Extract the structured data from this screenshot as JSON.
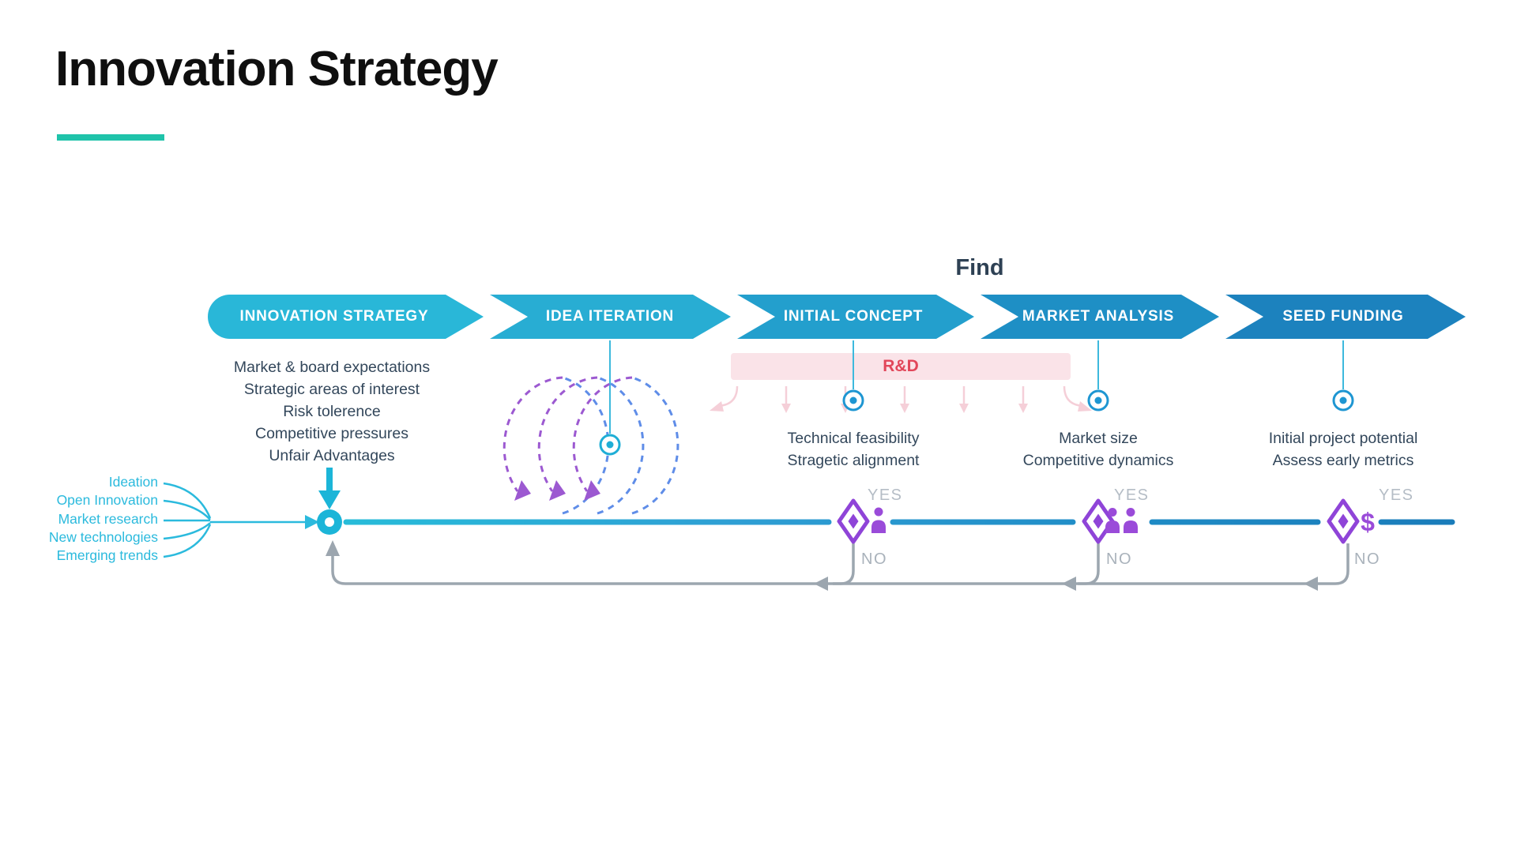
{
  "slide": {
    "title": "Innovation Strategy",
    "underline_color": "#1fc3aa",
    "sidebar_gradient_top": "#0bb6de",
    "sidebar_gradient_bottom": "#a32bde"
  },
  "diagram": {
    "find_label": "Find",
    "stages": [
      {
        "label": "INNOVATION STRATEGY",
        "color": "#29b7d8"
      },
      {
        "label": "IDEA ITERATION",
        "color": "#28add3"
      },
      {
        "label": "INITIAL CONCEPT",
        "color": "#239fcd",
        "notes": [
          "Technical feasibility",
          "Stragetic alignment"
        ]
      },
      {
        "label": "MARKET ANALYSIS",
        "color": "#1e8fc5",
        "notes": [
          "Market size",
          "Competitive dynamics"
        ]
      },
      {
        "label": "SEED FUNDING",
        "color": "#1c82be",
        "notes": [
          "Initial project potential",
          "Assess early metrics"
        ]
      }
    ],
    "considerations": [
      "Market & board expectations",
      "Strategic areas of interest",
      "Risk tolerence",
      "Competitive pressures",
      "Unfair Advantages"
    ],
    "inputs": [
      "Ideation",
      "Open Innovation",
      "Market research",
      "New technologies",
      "Emerging trends"
    ],
    "rnd": {
      "label": "R&D",
      "bg_color": "#fae3e8",
      "text_color": "#e2475a"
    },
    "decisions": [
      {
        "yes": "YES",
        "no": "NO",
        "icon": "person-icon"
      },
      {
        "yes": "YES",
        "no": "NO",
        "icon": "people-icon"
      },
      {
        "yes": "YES",
        "no": "NO",
        "icon": "dollar-icon",
        "icon_char": "$"
      }
    ],
    "colors": {
      "timeline_start": "#27bcd9",
      "timeline_end": "#1a7cba",
      "decision_purple": "#8f44d8",
      "icon_purple": "#9a4bd9",
      "loop_blue": "#5f8de8",
      "loop_purple": "#9c59d1",
      "return_gray": "#9ca6af",
      "note_text": "#33475b",
      "input_cyan": "#2bbadd"
    }
  }
}
